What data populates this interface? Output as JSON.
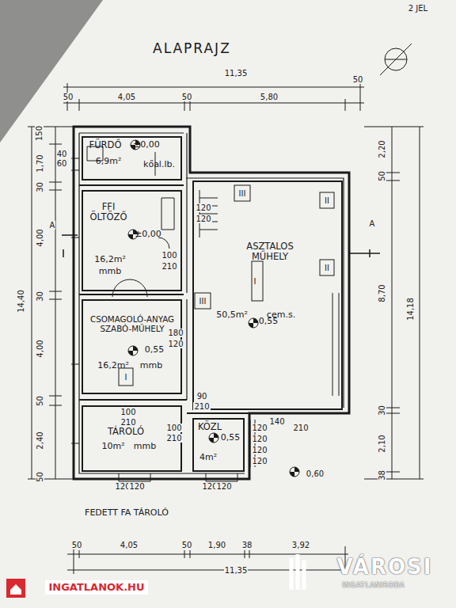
{
  "diagram": {
    "title": "ALAPRAJZ",
    "nodes": [
      {
        "text": [
          "FÜRDŐ",
          "±0,00",
          "6,9m²",
          "kőal.lb."
        ]
      },
      {
        "text": [
          "FFI ÖLTÖZŐ",
          "±0,00",
          "16,2m²",
          "mmb"
        ]
      },
      {
        "text": [
          "ASZTALOS MŰHELY",
          "50,5m²",
          "cem.s.",
          "0,55"
        ]
      },
      {
        "text": [
          "CSOMAGOLÓ-ANYAG SZABÓ-MŰHELY",
          "0,55",
          "16,2m²",
          "mmb"
        ]
      },
      {
        "text": [
          "TÁROLÓ",
          "10m²",
          "mmb"
        ]
      },
      {
        "text": [
          "KÖZL",
          "0,55",
          "4m²"
        ]
      }
    ],
    "labels": [
      "2 JEL",
      "11,35",
      "50",
      "4,05",
      "50",
      "5,80",
      "50",
      "150",
      "1,70",
      "40",
      "60",
      "30",
      "4,00",
      "30",
      "4,00",
      "50",
      "2,40",
      "50",
      "14,40",
      "2,20",
      "50",
      "8,70",
      "30",
      "2,10",
      "38",
      "14,18",
      "A",
      "A",
      "III",
      "II",
      "II",
      "III",
      "I",
      "I",
      "120",
      "120",
      "100",
      "210",
      "180",
      "120",
      "100",
      "210",
      "100",
      "210",
      "90",
      "210",
      "140",
      "210",
      "120",
      "120",
      "120",
      "120",
      "0,60",
      "120",
      "120",
      "120",
      "120",
      "FEDETT FA TÁROLÓ",
      "50",
      "4,05",
      "50",
      "1,90",
      "38",
      "3,92",
      "11,35",
      "VÁROSI",
      "INGATLANIRODA",
      "INGATLANOK.HU"
    ]
  }
}
